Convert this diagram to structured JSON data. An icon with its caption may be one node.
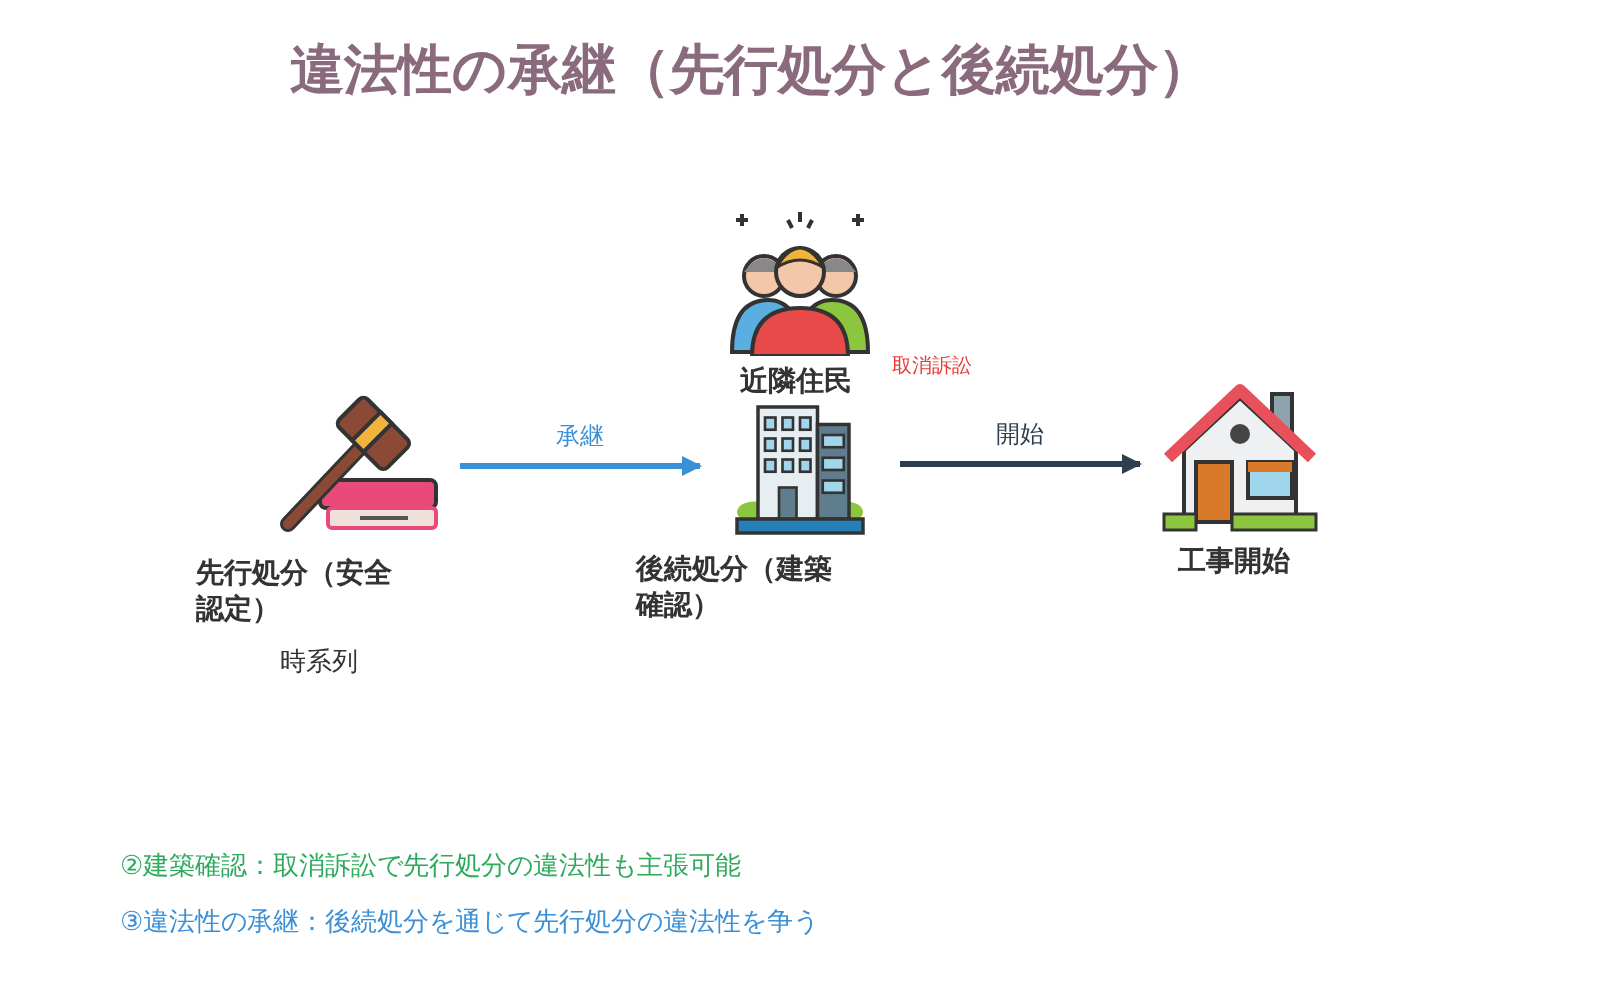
{
  "diagram": {
    "title": "違法性の承継（先行処分と後続処分）",
    "nodes": [
      {
        "text": [
          "先行処分（安全認定）"
        ]
      },
      {
        "text": [
          "後続処分（建築確認）"
        ]
      },
      {
        "text": [
          "工事開始"
        ]
      },
      {
        "text": [
          "近隣住民"
        ]
      }
    ],
    "edges": [
      {
        "from": 0,
        "to": 1,
        "arrow": "to",
        "label": "承継",
        "color": "#3a8fd6"
      },
      {
        "from": 1,
        "to": 2,
        "arrow": "to",
        "label": "開始",
        "color": "#2d3e50"
      }
    ],
    "labels": [
      "取消訴訟",
      "時系列",
      "②建築確認：取消訴訟で先行処分の違法性も主張可能",
      "③違法性の承継：後続処分を通じて先行処分の違法性を争う"
    ]
  }
}
